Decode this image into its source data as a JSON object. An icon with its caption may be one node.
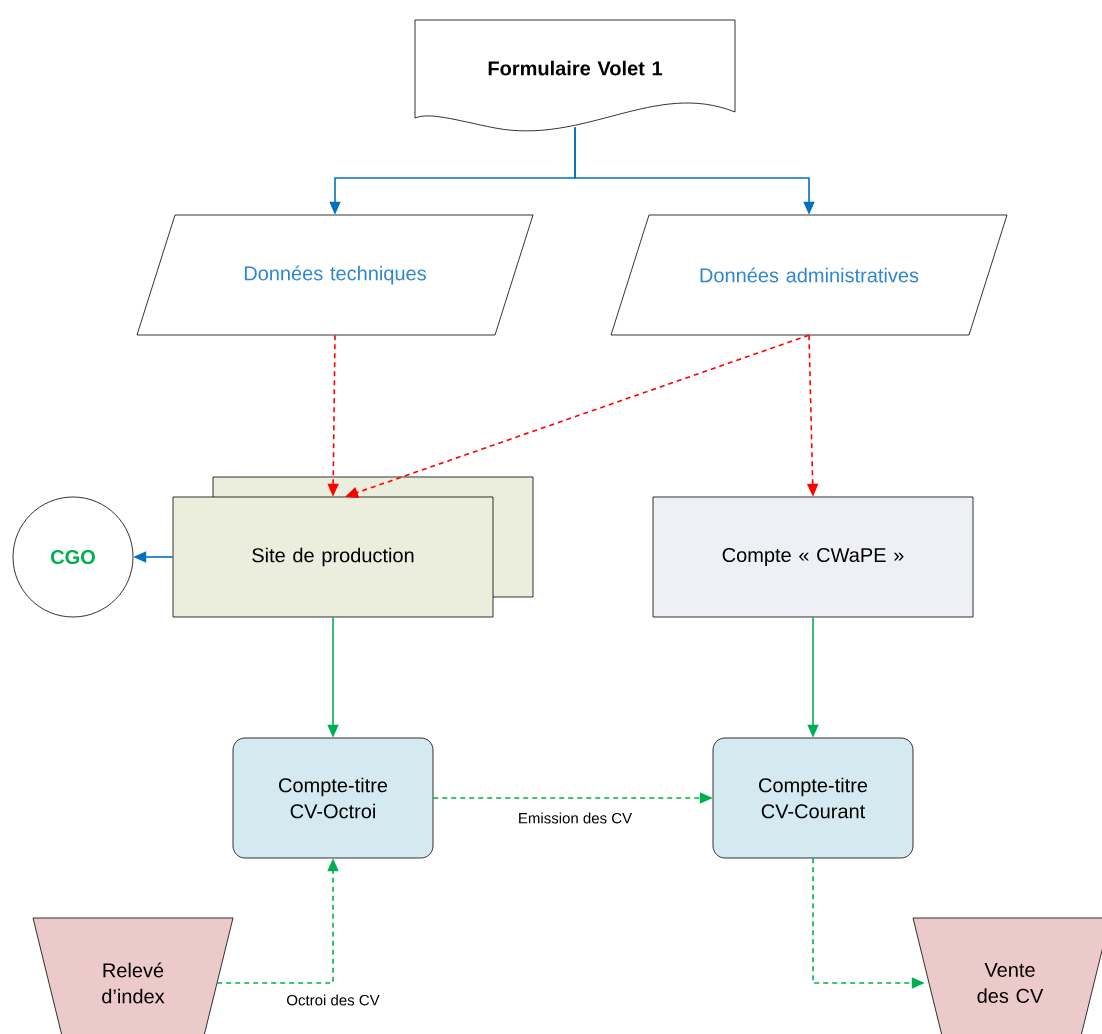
{
  "diagram": {
    "nodes": [
      {
        "text": [
          "Formulaire Volet 1"
        ]
      },
      {
        "text": [
          "Données techniques"
        ]
      },
      {
        "text": [
          "Données administratives"
        ]
      },
      {
        "text": [
          "Site de production"
        ]
      },
      {
        "text": [
          "Compte « CWaPE »"
        ]
      },
      {
        "text": [
          "CGO"
        ]
      },
      {
        "text": [
          "Compte-titre CV-Octroi"
        ]
      },
      {
        "text": [
          "Compte-titre CV-Courant"
        ]
      },
      {
        "text": [
          "Relevé d’index"
        ]
      },
      {
        "text": [
          "Vente des CV"
        ]
      }
    ],
    "edges": [
      {
        "from": 0,
        "to": 1,
        "arrow": "to",
        "color": "#0070c0"
      },
      {
        "from": 0,
        "to": 2,
        "arrow": "to",
        "color": "#0070c0"
      },
      {
        "from": 1,
        "to": 3,
        "arrow": "to",
        "style": "dashed",
        "color": "#ff0000"
      },
      {
        "from": 2,
        "to": 3,
        "arrow": "to",
        "style": "dashed",
        "color": "#ff0000"
      },
      {
        "from": 2,
        "to": 4,
        "arrow": "to",
        "style": "dashed",
        "color": "#ff0000"
      },
      {
        "from": 3,
        "to": 5,
        "arrow": "to",
        "color": "#0070c0"
      },
      {
        "from": 3,
        "to": 6,
        "arrow": "to"
      },
      {
        "from": 4,
        "to": 7,
        "arrow": "to"
      },
      {
        "from": 6,
        "to": 7,
        "arrow": "to",
        "style": "dashed",
        "label": "Emission des CV"
      },
      {
        "from": 8,
        "to": 6,
        "arrow": "to",
        "style": "dashed",
        "label": "Octroi des CV"
      },
      {
        "from": 7,
        "to": 9,
        "arrow": "to",
        "style": "dashed"
      }
    ]
  }
}
